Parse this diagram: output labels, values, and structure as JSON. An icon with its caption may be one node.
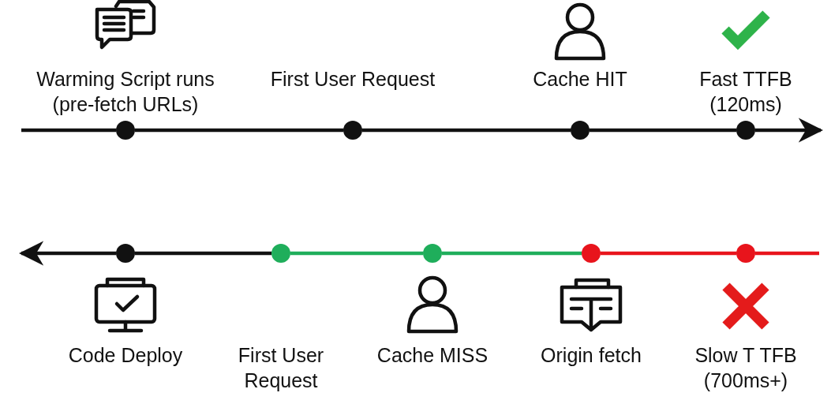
{
  "diagram": {
    "nodes": [
      {
        "text": [],
        "shape": "circle",
        "beside": [
          "Warming Script runs (pre-fetch URLs)"
        ]
      },
      {
        "text": [],
        "shape": "circle",
        "beside": [
          "First User Request"
        ]
      },
      {
        "text": [],
        "shape": "circle",
        "beside": [
          "Cache HIT"
        ]
      },
      {
        "text": [],
        "shape": "circle",
        "beside": [
          "Fast TTFB (120ms)"
        ]
      },
      {
        "text": [],
        "shape": "circle"
      },
      {
        "text": [],
        "shape": "circle"
      },
      {
        "text": [],
        "shape": "circle"
      },
      {
        "text": [],
        "shape": "circle"
      },
      {
        "text": [],
        "shape": "circle"
      }
    ],
    "labels": [
      "Code Deploy",
      "First User Request",
      "Cache MISS",
      "Origin fetch",
      "Slow T TFB (700ms+)"
    ],
    "edges": [
      {
        "from": null,
        "to": 0,
        "arrow": "none"
      },
      {
        "from": 0,
        "to": 1,
        "arrow": "none"
      },
      {
        "from": 1,
        "to": 2,
        "arrow": "none"
      },
      {
        "from": 2,
        "to": 3,
        "arrow": "none"
      },
      {
        "from": 3,
        "to": null,
        "arrow": "to"
      },
      {
        "from": 4,
        "to": null,
        "arrow": "to"
      },
      {
        "from": 4,
        "to": 5,
        "arrow": "none"
      },
      {
        "from": 5,
        "to": 6,
        "arrow": "none",
        "color": "#1fae5b"
      },
      {
        "from": 6,
        "to": 7,
        "arrow": "none",
        "color": "#1fae5b"
      },
      {
        "from": 7,
        "to": 8,
        "arrow": "none",
        "color": "#e8141c"
      },
      {
        "from": 8,
        "to": null,
        "arrow": "none",
        "color": "#e8141c"
      }
    ]
  }
}
